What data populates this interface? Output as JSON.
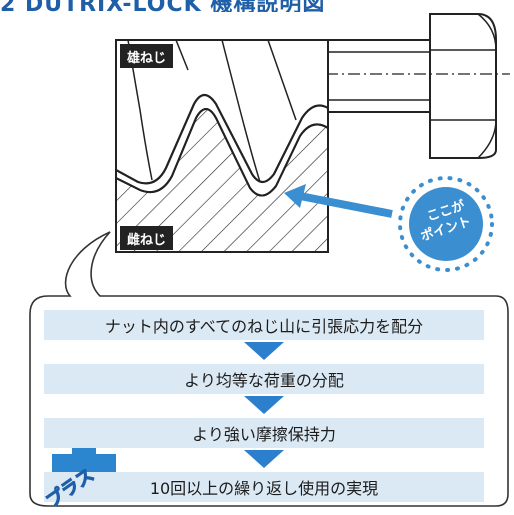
{
  "header": {
    "title": "2 DUTRIX-LOCK 機構説明図"
  },
  "diagram": {
    "male_label": "雄ねじ",
    "female_label": "雌ねじ",
    "point_badge": {
      "line1": "ここが",
      "line2": "ポイント"
    }
  },
  "flow": {
    "steps": [
      "ナット内のすべてのねじ山に引張応力を配分",
      "より均等な荷重の分配",
      "より強い摩擦保持力",
      "10回以上の繰り返し使用の実現"
    ]
  },
  "plus_badge": {
    "text": "プラス"
  },
  "colors": {
    "accent": "#3b8fd0",
    "step_bg": "#dbe9f4",
    "title": "#1f5fa8",
    "plus": "#2b86cf"
  }
}
